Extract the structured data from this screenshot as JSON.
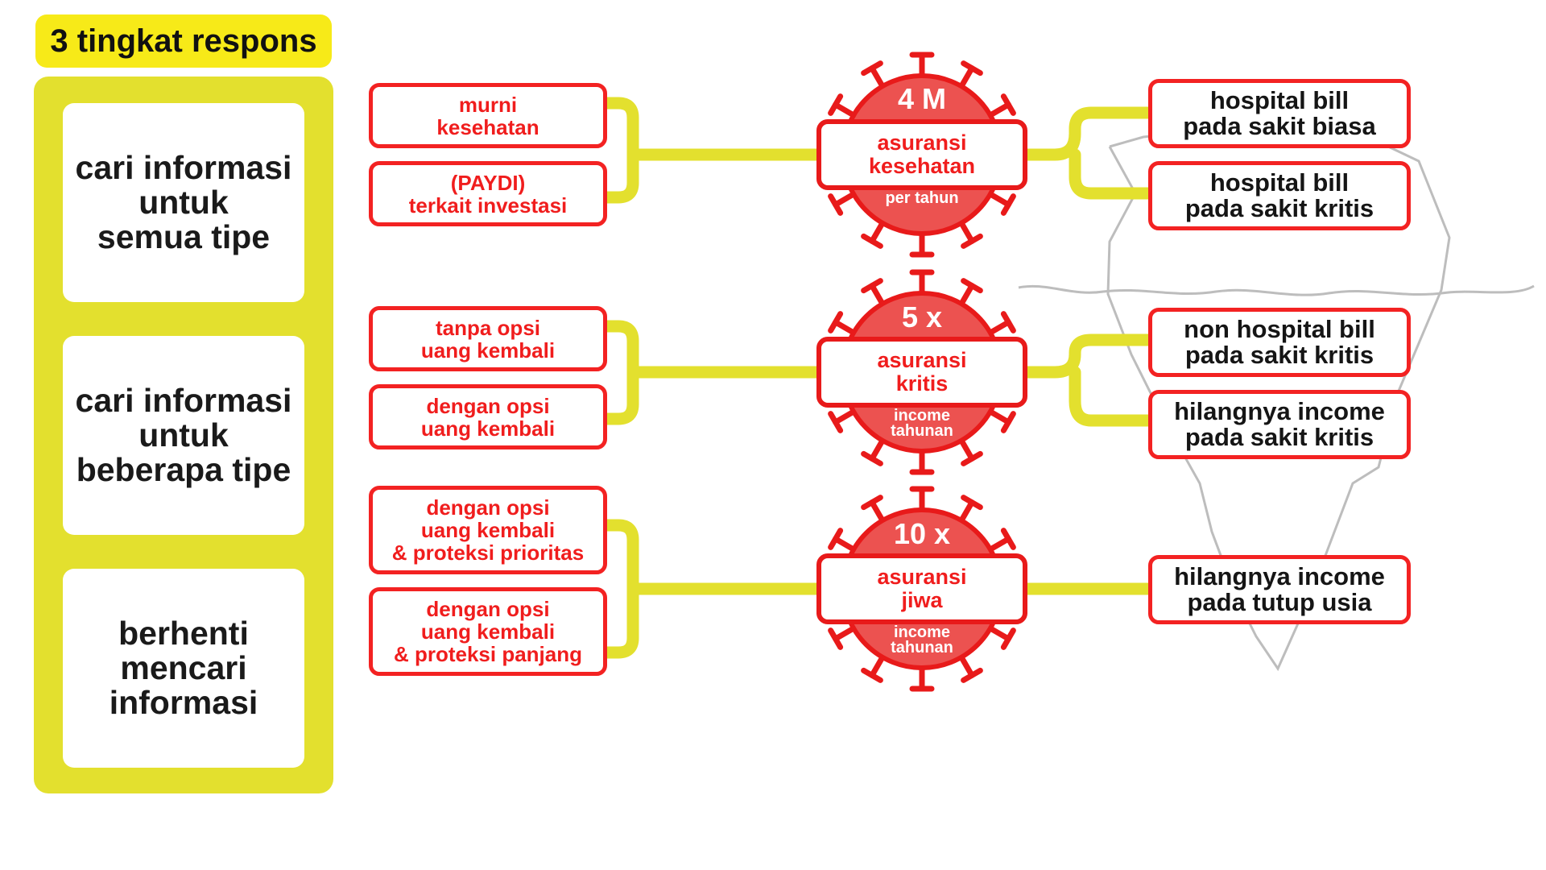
{
  "title": "3 tingkat respons",
  "levels": [
    {
      "label": "cari informasi\nuntuk\nsemua tipe"
    },
    {
      "label": "cari informasi\nuntuk\nbeberapa tipe"
    },
    {
      "label": "berhenti\nmencari\ninformasi"
    }
  ],
  "insurance": [
    {
      "multiplier": "4 M",
      "name": "asuransi\nkesehatan",
      "basis": "per tahun",
      "options": [
        "murni\nkesehatan",
        "(PAYDI)\nterkait investasi"
      ],
      "coverage": [
        "hospital bill\npada sakit biasa",
        "hospital bill\npada sakit kritis"
      ]
    },
    {
      "multiplier": "5 x",
      "name": "asuransi\nkritis",
      "basis": "income\ntahunan",
      "options": [
        "tanpa opsi\nuang kembali",
        "dengan opsi\nuang kembali"
      ],
      "coverage": [
        "non hospital bill\npada sakit kritis",
        "hilangnya income\npada sakit kritis"
      ]
    },
    {
      "multiplier": "10 x",
      "name": "asuransi\njiwa",
      "basis": "income\ntahunan",
      "options": [
        "dengan opsi\nuang kembali\n& proteksi prioritas",
        "dengan opsi\nuang kembali\n& proteksi panjang"
      ],
      "coverage": [
        "hilangnya income\npada tutup usia"
      ]
    }
  ],
  "colors": {
    "red": "#f32222",
    "yellow": "#e3e02e",
    "pill": "#f7ea18",
    "iceberg": "#bdbdbd"
  },
  "icons": [
    "virus-icon",
    "iceberg-icon"
  ]
}
